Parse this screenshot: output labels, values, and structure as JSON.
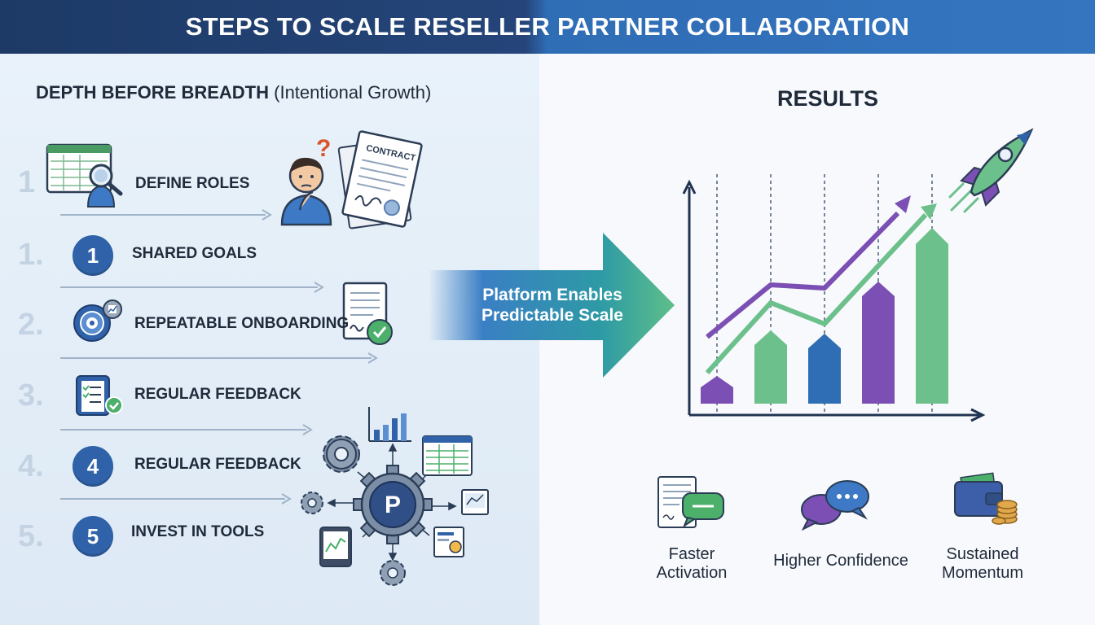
{
  "header": {
    "title": "STEPS TO SCALE RESELLER PARTNER COLLABORATION"
  },
  "left": {
    "section_title_bold": "DEPTH BEFORE BREADTH",
    "section_title_rest": " (Intentional Growth)",
    "steps": [
      {
        "num": "1",
        "badge": "",
        "label": "DEFINE ROLES"
      },
      {
        "num": "1.",
        "badge": "1",
        "label": "SHARED GOALS"
      },
      {
        "num": "2.",
        "badge": "",
        "label": "REPEATABLE ONBOARDING"
      },
      {
        "num": "3.",
        "badge": "",
        "label": "REGULAR FEEDBACK"
      },
      {
        "num": "4.",
        "badge": "4",
        "label": "REGULAR FEEDBACK"
      },
      {
        "num": "5.",
        "badge": "5",
        "label": "INVEST IN TOOLS"
      }
    ],
    "contract_label": "CONTRACT",
    "hub_letter": "P"
  },
  "center": {
    "arrow_text": "Platform Enables Predictable Scale"
  },
  "right": {
    "title": "RESULTS",
    "results": [
      {
        "label": "Faster Activation",
        "icon": "document-chat-icon"
      },
      {
        "label": "Higher Confidence",
        "icon": "chat-bubbles-icon"
      },
      {
        "label": "Sustained Momentum",
        "icon": "wallet-coins-icon"
      }
    ]
  },
  "colors": {
    "header_dark": "#1d3a66",
    "header_blue": "#3575c0",
    "badge_blue": "#2f62a8",
    "purple": "#7b4fb3",
    "green": "#6cc08b",
    "teal": "#2e9aa5"
  }
}
